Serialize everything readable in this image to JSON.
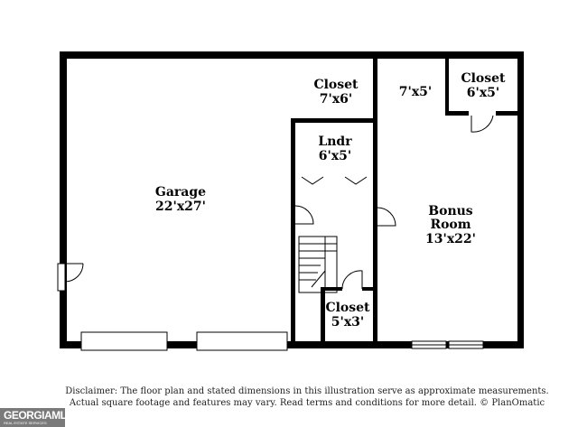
{
  "rooms": {
    "closet_top_name": "Closet",
    "closet_top_size": "7'x6'",
    "closet_right_name": "Closet",
    "closet_right_size": "6'x5'",
    "hall_size": "7'x5'",
    "laundry_name": "Lndr",
    "laundry_size": "6'x5'",
    "garage_name": "Garage",
    "garage_size": "22'x27'",
    "bonus_name_1": "Bonus",
    "bonus_name_2": "Room",
    "bonus_size": "13'x22'",
    "closet_bottom_name": "Closet",
    "closet_bottom_size": "5'x3'"
  },
  "disclaimer": {
    "line1": "Disclaimer: The floor plan and stated dimensions in this illustration serve as approximate measurements.",
    "line2": "Actual square footage and features may vary. Read terms and conditions for more detail. © PlanOmatic"
  },
  "logo": {
    "name": "GEORGIAMLS",
    "tagline": "REAL ESTATE SERVICES"
  }
}
